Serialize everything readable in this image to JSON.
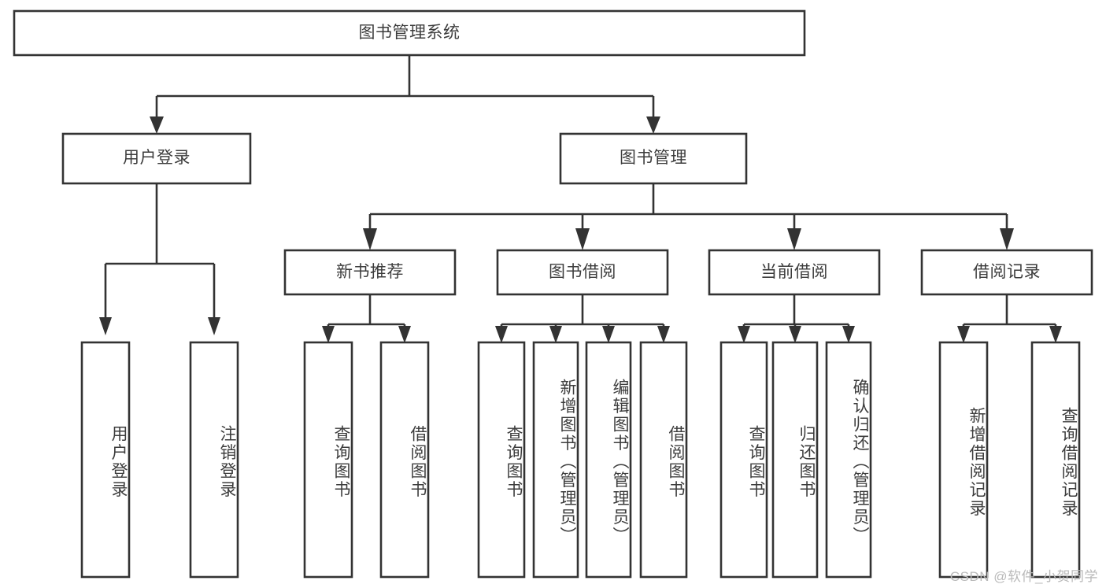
{
  "diagram": {
    "type": "tree",
    "title": "图书管理系统",
    "orientation": "top-down",
    "root": {
      "id": "root",
      "label": "图书管理系统",
      "text_orientation": "horizontal"
    },
    "level2": [
      {
        "id": "user-login",
        "label": "用户登录",
        "text_orientation": "horizontal"
      },
      {
        "id": "book-manage",
        "label": "图书管理",
        "text_orientation": "horizontal"
      }
    ],
    "level3": [
      {
        "id": "new-book-recommend",
        "label": "新书推荐",
        "parent": "book-manage",
        "text_orientation": "horizontal"
      },
      {
        "id": "book-borrow",
        "label": "图书借阅",
        "parent": "book-manage",
        "text_orientation": "horizontal"
      },
      {
        "id": "current-borrow",
        "label": "当前借阅",
        "parent": "book-manage",
        "text_orientation": "horizontal"
      },
      {
        "id": "borrow-record",
        "label": "借阅记录",
        "parent": "book-manage",
        "text_orientation": "horizontal"
      }
    ],
    "leaves": [
      {
        "id": "leaf-user-login",
        "label": "用户登录",
        "parent": "user-login",
        "text_orientation": "vertical"
      },
      {
        "id": "leaf-logout",
        "label": "注销登录",
        "parent": "user-login",
        "text_orientation": "vertical"
      },
      {
        "id": "leaf-query-book-1",
        "label": "查询图书",
        "parent": "new-book-recommend",
        "text_orientation": "vertical"
      },
      {
        "id": "leaf-borrow-book-1",
        "label": "借阅图书",
        "parent": "new-book-recommend",
        "text_orientation": "vertical"
      },
      {
        "id": "leaf-query-book-2",
        "label": "查询图书",
        "parent": "book-borrow",
        "text_orientation": "vertical"
      },
      {
        "id": "leaf-add-book",
        "label": "新增图书（管理员）",
        "parent": "book-borrow",
        "text_orientation": "vertical"
      },
      {
        "id": "leaf-edit-book",
        "label": "编辑图书（管理员）",
        "parent": "book-borrow",
        "text_orientation": "vertical"
      },
      {
        "id": "leaf-borrow-book-2",
        "label": "借阅图书",
        "parent": "book-borrow",
        "text_orientation": "vertical"
      },
      {
        "id": "leaf-query-book-3",
        "label": "查询图书",
        "parent": "current-borrow",
        "text_orientation": "vertical"
      },
      {
        "id": "leaf-return-book",
        "label": "归还图书",
        "parent": "current-borrow",
        "text_orientation": "vertical"
      },
      {
        "id": "leaf-confirm-return",
        "label": "确认归还（管理员）",
        "parent": "current-borrow",
        "text_orientation": "vertical"
      },
      {
        "id": "leaf-add-record",
        "label": "新增借阅记录",
        "parent": "borrow-record",
        "text_orientation": "vertical"
      },
      {
        "id": "leaf-query-record",
        "label": "查询借阅记录",
        "parent": "borrow-record",
        "text_orientation": "vertical"
      }
    ],
    "colors": {
      "box_stroke": "#333333",
      "box_fill": "#ffffff",
      "text": "#3c3c3c",
      "background": "#ffffff",
      "watermark": "#b9b9b9"
    }
  },
  "watermark": {
    "text": "CSDN @软件_小贺同学"
  }
}
